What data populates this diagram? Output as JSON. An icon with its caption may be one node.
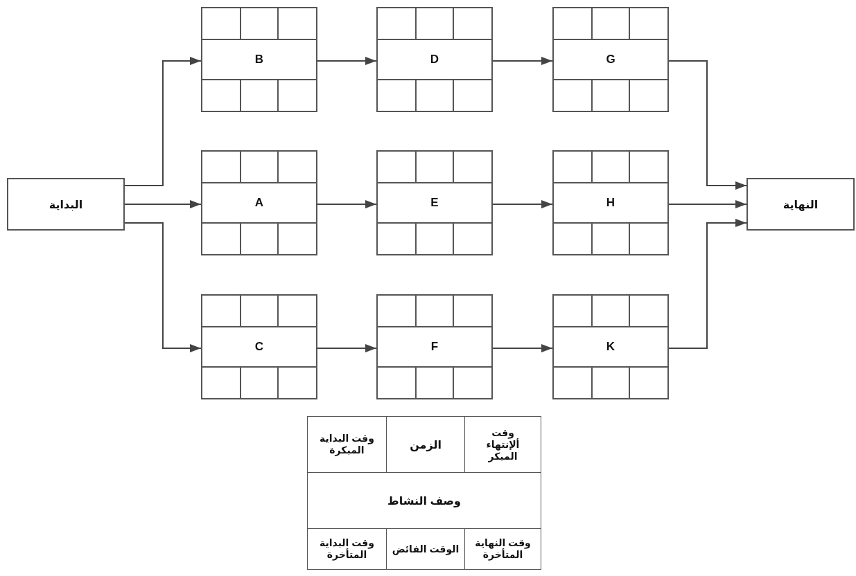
{
  "diagram": {
    "nodes": [
      {
        "text": [
          "البداية"
        ]
      },
      {
        "text": [
          "B"
        ]
      },
      {
        "text": [
          "D"
        ]
      },
      {
        "text": [
          "G"
        ]
      },
      {
        "text": [
          "A"
        ]
      },
      {
        "text": [
          "E"
        ]
      },
      {
        "text": [
          "H"
        ]
      },
      {
        "text": [
          "C"
        ]
      },
      {
        "text": [
          "F"
        ]
      },
      {
        "text": [
          "K"
        ]
      },
      {
        "text": [
          "النهاية"
        ]
      }
    ],
    "edges": [
      {
        "from": 0,
        "to": 1,
        "arrow": "to"
      },
      {
        "from": 0,
        "to": 4,
        "arrow": "to"
      },
      {
        "from": 0,
        "to": 7,
        "arrow": "to"
      },
      {
        "from": 1,
        "to": 2,
        "arrow": "to"
      },
      {
        "from": 2,
        "to": 3,
        "arrow": "to"
      },
      {
        "from": 4,
        "to": 5,
        "arrow": "to"
      },
      {
        "from": 5,
        "to": 6,
        "arrow": "to"
      },
      {
        "from": 7,
        "to": 8,
        "arrow": "to"
      },
      {
        "from": 8,
        "to": 9,
        "arrow": "to"
      },
      {
        "from": 3,
        "to": 10,
        "arrow": "to"
      },
      {
        "from": 6,
        "to": 10,
        "arrow": "to"
      },
      {
        "from": 9,
        "to": 10,
        "arrow": "to"
      }
    ],
    "labels": [
      "وقت ألإنتهاء المبكر",
      "الزمن",
      "وقت البداية المبكرة",
      "وصف النشاط",
      "وقت النهاية المتأخرة",
      "الوقت الفائض",
      "وقت البداية المتأخرة"
    ]
  }
}
